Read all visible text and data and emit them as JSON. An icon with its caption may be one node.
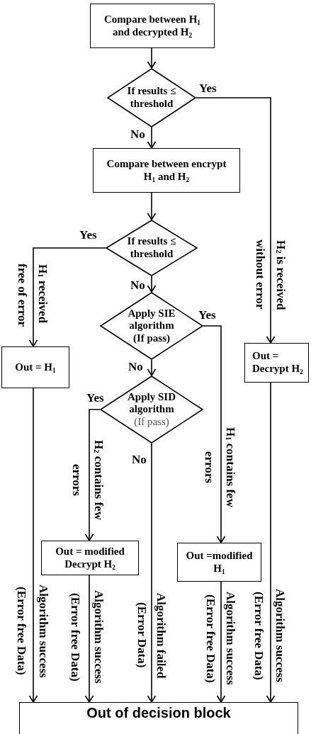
{
  "diagram": {
    "nodes": [
      {
        "text": [
          "Compare between H$_{1}$ and decrypted H$_{2}$"
        ]
      },
      {
        "text": [
          "If results ≤ threshold"
        ]
      },
      {
        "text": [
          "Compare between encrypt H$_{1}$ and H$_{2}$"
        ]
      },
      {
        "text": [
          "If results ≤ threshold"
        ]
      },
      {
        "text": [
          "Apply SIE algorithm",
          "(If pass)"
        ]
      },
      {
        "text": [
          "Out = H$_{1}$"
        ]
      },
      {
        "text": [
          "Out = Decrypt H$_{2}$"
        ]
      },
      {
        "text": [
          "Apply SID algorithm",
          "(If pass)"
        ]
      },
      {
        "text": [
          "Out = modified Decrypt H$_{2}$"
        ]
      },
      {
        "text": [
          "Out =modified H$_{1}$"
        ]
      },
      {
        "text": [
          "Out of decision block"
        ]
      }
    ],
    "edges": [
      {
        "from": 0,
        "to": 1,
        "arrow": "to"
      },
      {
        "from": 1,
        "to": 2,
        "arrow": "to",
        "label": "No"
      },
      {
        "from": 1,
        "to": 6,
        "arrow": "to",
        "label": "Yes"
      },
      {
        "from": 2,
        "to": 3,
        "arrow": "to"
      },
      {
        "from": 3,
        "to": 5,
        "arrow": "to",
        "label": "Yes"
      },
      {
        "from": 3,
        "to": 4,
        "arrow": "to",
        "label": "No"
      },
      {
        "from": 4,
        "to": 9,
        "arrow": "to",
        "label": "Yes"
      },
      {
        "from": 4,
        "to": 7,
        "arrow": "to",
        "label": "No"
      },
      {
        "from": 7,
        "to": 8,
        "arrow": "to",
        "label": "Yes"
      },
      {
        "from": 7,
        "to": 10,
        "arrow": "to",
        "label": "No"
      },
      {
        "from": 5,
        "to": 10,
        "arrow": "to"
      },
      {
        "from": 8,
        "to": 10,
        "arrow": "to"
      },
      {
        "from": 9,
        "to": 10,
        "arrow": "to"
      },
      {
        "from": 6,
        "to": 10,
        "arrow": "to"
      }
    ],
    "labels": [
      "H$_{2}$ is received",
      "without error",
      "H$_{1}$ received",
      "free of error",
      "H$_{2}$ contains few",
      "errors",
      "H$_{1}$ contains few",
      "errors",
      "Algorithm success",
      "(Error free Data)",
      "Algorithm success",
      "(Error free Data)",
      "Algorithm failed",
      "(Error Data)",
      "Algorithm success",
      "(Error free Data)",
      "Algorithm success",
      "(Error free Data)"
    ]
  }
}
